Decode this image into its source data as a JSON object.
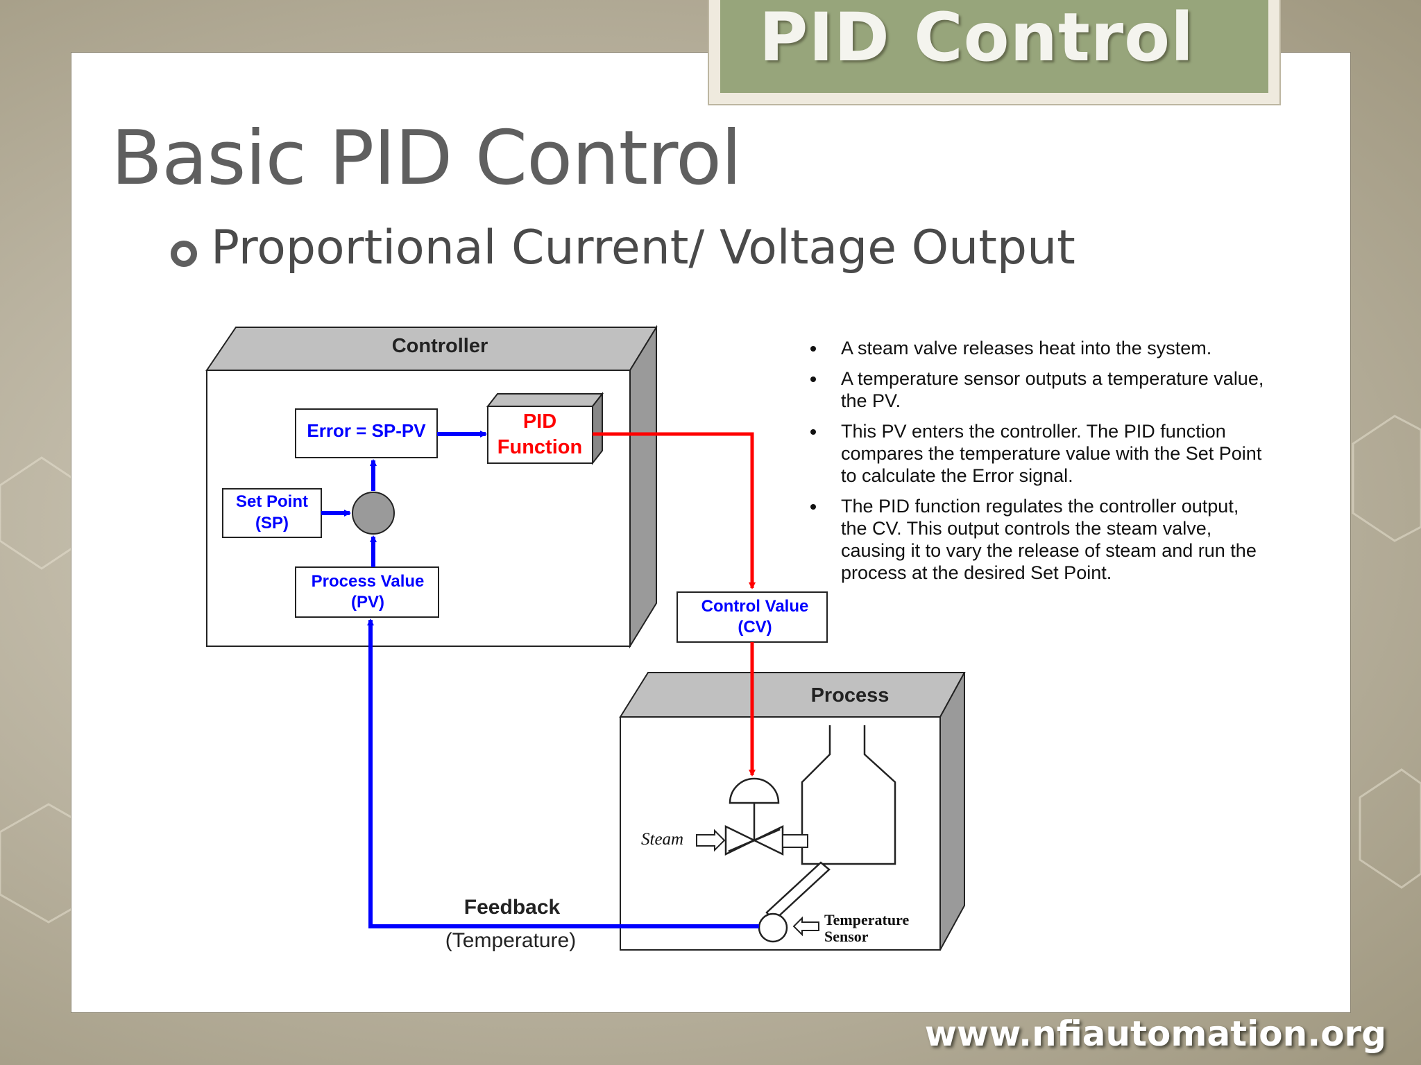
{
  "banner": {
    "title": "PID Control"
  },
  "slide": {
    "title": "Basic PID Control",
    "bullet": "Proportional Current/ Voltage Output"
  },
  "diagram": {
    "controller_label": "Controller",
    "error_box": "Error = SP-PV",
    "pid_box": {
      "line1": "PID",
      "line2": "Function"
    },
    "setpoint_box": {
      "line1": "Set Point",
      "line2": "(SP)"
    },
    "pv_box": {
      "line1": "Process Value",
      "line2": "(PV)"
    },
    "cv_box": {
      "line1": "Control Value",
      "line2": "(CV)"
    },
    "process_label": "Process",
    "steam_label": "Steam",
    "sensor_label": {
      "line1": "Temperature",
      "line2": "Sensor"
    },
    "feedback_label": {
      "line1": "Feedback",
      "line2": "(Temperature)"
    }
  },
  "notes": [
    "A steam valve releases heat into the system.",
    "A temperature sensor outputs a temperature value, the PV.",
    "This PV enters the controller.  The PID function compares the temperature value with the Set Point to calculate the Error signal.",
    "The PID function regulates the controller output, the CV.  This output controls the steam valve, causing it to vary the release of steam and run the process at the desired Set Point."
  ],
  "footer": {
    "url": "www.nfiautomation.org"
  },
  "colors": {
    "signal_blue": "#0000ff",
    "signal_red": "#ff0000",
    "banner_green": "#97a57b",
    "box_gray": "#c0c0c0"
  }
}
